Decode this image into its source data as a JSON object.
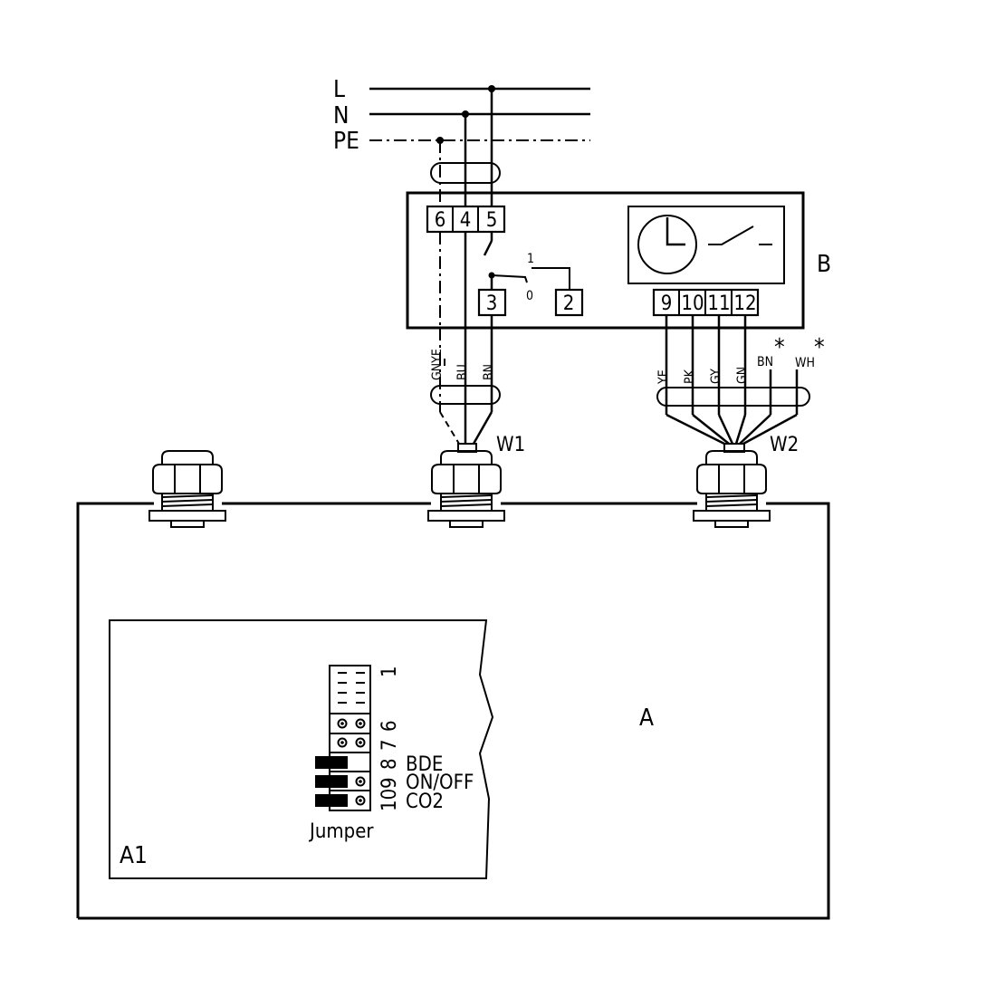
{
  "supply": {
    "l": "L",
    "n": "N",
    "pe": "PE"
  },
  "device_b": {
    "label": "B",
    "terminals_left": [
      "6",
      "4",
      "5"
    ],
    "terminal_3": "3",
    "terminal_2": "2",
    "switch_pos_1": "1",
    "switch_pos_0": "0",
    "terminals_right": [
      "9",
      "10",
      "11",
      "12"
    ]
  },
  "cable_w1": {
    "label": "W1",
    "wires": [
      "GNYE",
      "BU",
      "BN"
    ]
  },
  "cable_w2": {
    "label": "W2",
    "wires": [
      "YE",
      "PK",
      "GY",
      "GN",
      "BN",
      "WH"
    ],
    "asterisk": "*"
  },
  "unit_a": {
    "label": "A"
  },
  "board_a1": {
    "label": "A1",
    "jumper_caption": "Jumper",
    "pins": {
      "p1": "1",
      "p6": "6",
      "p7": "7",
      "p8": "8",
      "p9": "9",
      "p10": "10"
    },
    "functions": {
      "f8": "BDE",
      "f9": "ON/OFF",
      "f10": "CO2"
    }
  }
}
